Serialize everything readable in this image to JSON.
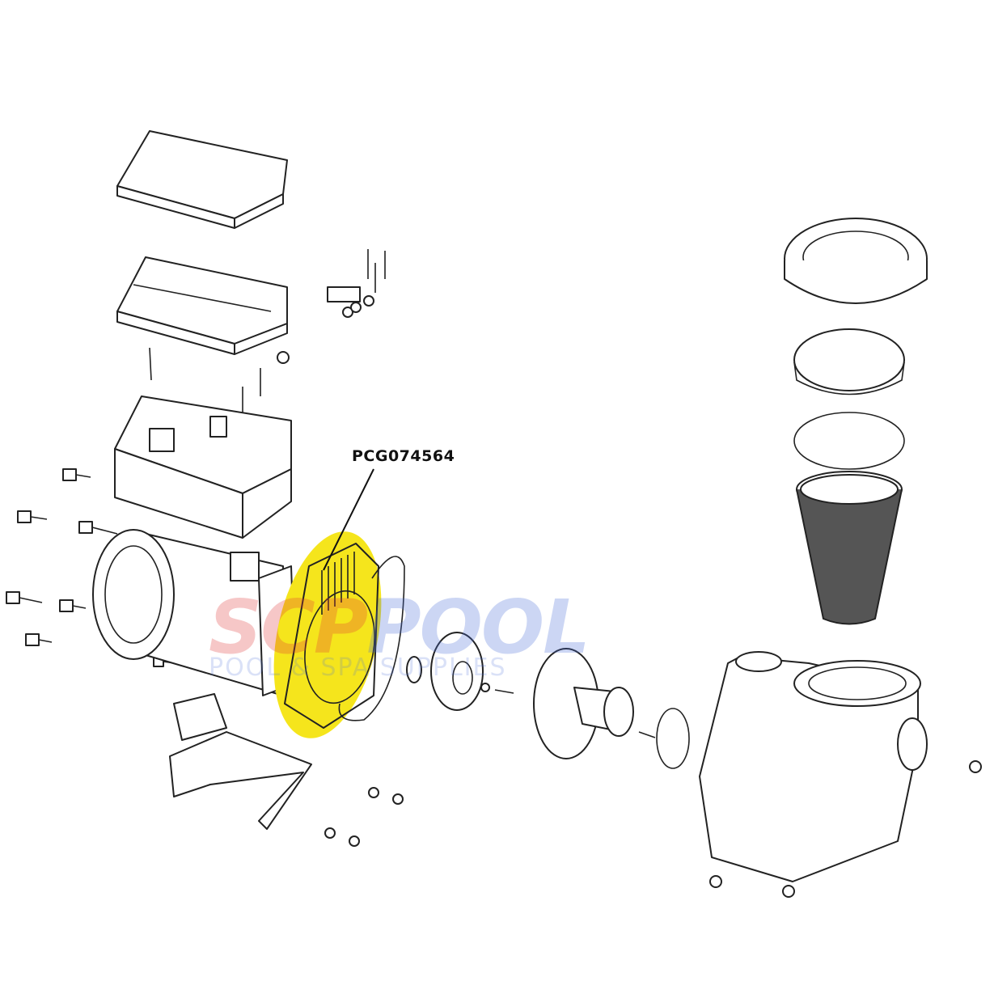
{
  "callout": {
    "part_number": "PCG074564"
  },
  "watermark": {
    "brand_part1": "SCP",
    "brand_part2": "POOL",
    "tagline": "POOL & SPA SUPPLIES"
  },
  "colors": {
    "highlight": "#f5e51c",
    "line": "#222222"
  }
}
